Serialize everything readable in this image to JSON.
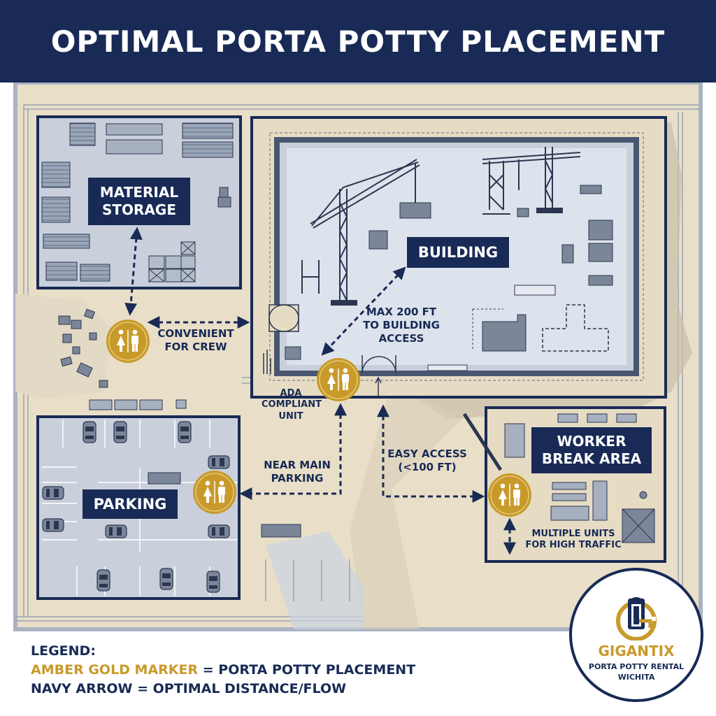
{
  "title": "OPTIMAL PORTA POTTY PLACEMENT",
  "zones": {
    "material_storage": "MATERIAL\nSTORAGE",
    "building": "BUILDING",
    "parking": "PARKING",
    "worker_break_area": "WORKER\nBREAK AREA"
  },
  "notes": {
    "convenient": "CONVENIENT\nFOR CREW",
    "max_distance": "MAX 200 FT\nTO BUILDING\nACCESS",
    "ada": "ADA\nCOMPLIANT\nUNIT",
    "near_parking": "NEAR MAIN\nPARKING",
    "easy_access": "EASY ACCESS\n(<100 FT)",
    "multiple_units": "MULTIPLE UNITS\nFOR HIGH TRAFFIC"
  },
  "legend": {
    "heading": "LEGEND:",
    "gold_key": "AMBER GOLD MARKER",
    "gold_value": " = PORTA POTTY PLACEMENT",
    "navy_line": "NAVY ARROW = OPTIMAL DISTANCE/FLOW"
  },
  "brand": {
    "name": "GIGANTIX",
    "tagline_1": "PORTA POTTY RENTAL",
    "tagline_2": "WICHITA"
  },
  "colors": {
    "navy": "#182a55",
    "amber_gold": "#c89a2a",
    "zone_fill": "#c9d0dc",
    "ground": "#e9dfc8"
  },
  "icons": [
    "restroom-icon",
    "crane-icon",
    "car-icon",
    "door-icon",
    "porta-potty-logo-icon"
  ]
}
